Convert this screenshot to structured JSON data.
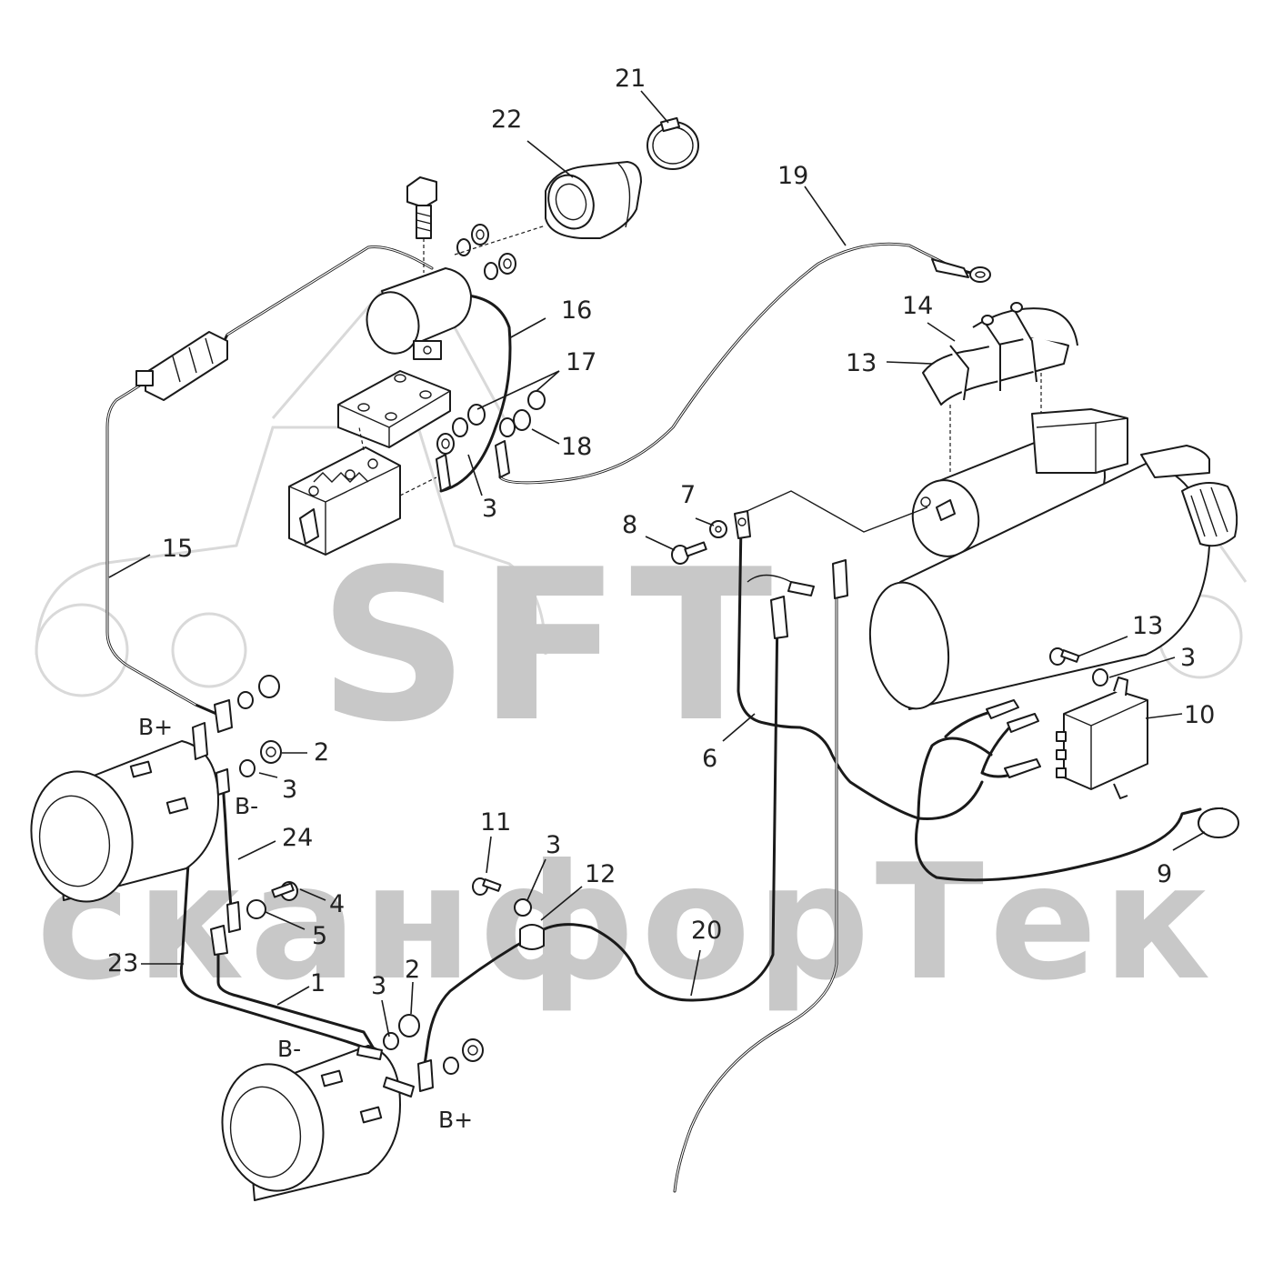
{
  "watermark": {
    "logo_text": "SFT",
    "brand_text": "сканфорТек",
    "color": "#c8c8c8"
  },
  "callouts": {
    "c21": "21",
    "c22": "22",
    "c19": "19",
    "c16": "16",
    "c17": "17",
    "c18": "18",
    "c14": "14",
    "c13a": "13",
    "c3a": "3",
    "c15": "15",
    "c7": "7",
    "c8": "8",
    "c13b": "13",
    "c3b": "3",
    "c10": "10",
    "c6": "6",
    "c9": "9",
    "c2a": "2",
    "c3c": "3",
    "c24": "24",
    "c4": "4",
    "c5": "5",
    "c11": "11",
    "c3d": "3",
    "c12": "12",
    "c20": "20",
    "c23": "23",
    "c1": "1",
    "c3e": "3",
    "c2b": "2"
  },
  "terminals": {
    "bplus_top": "B+",
    "bminus_top": "B-",
    "bminus_bottom": "B-",
    "bplus_bottom": "B+"
  }
}
